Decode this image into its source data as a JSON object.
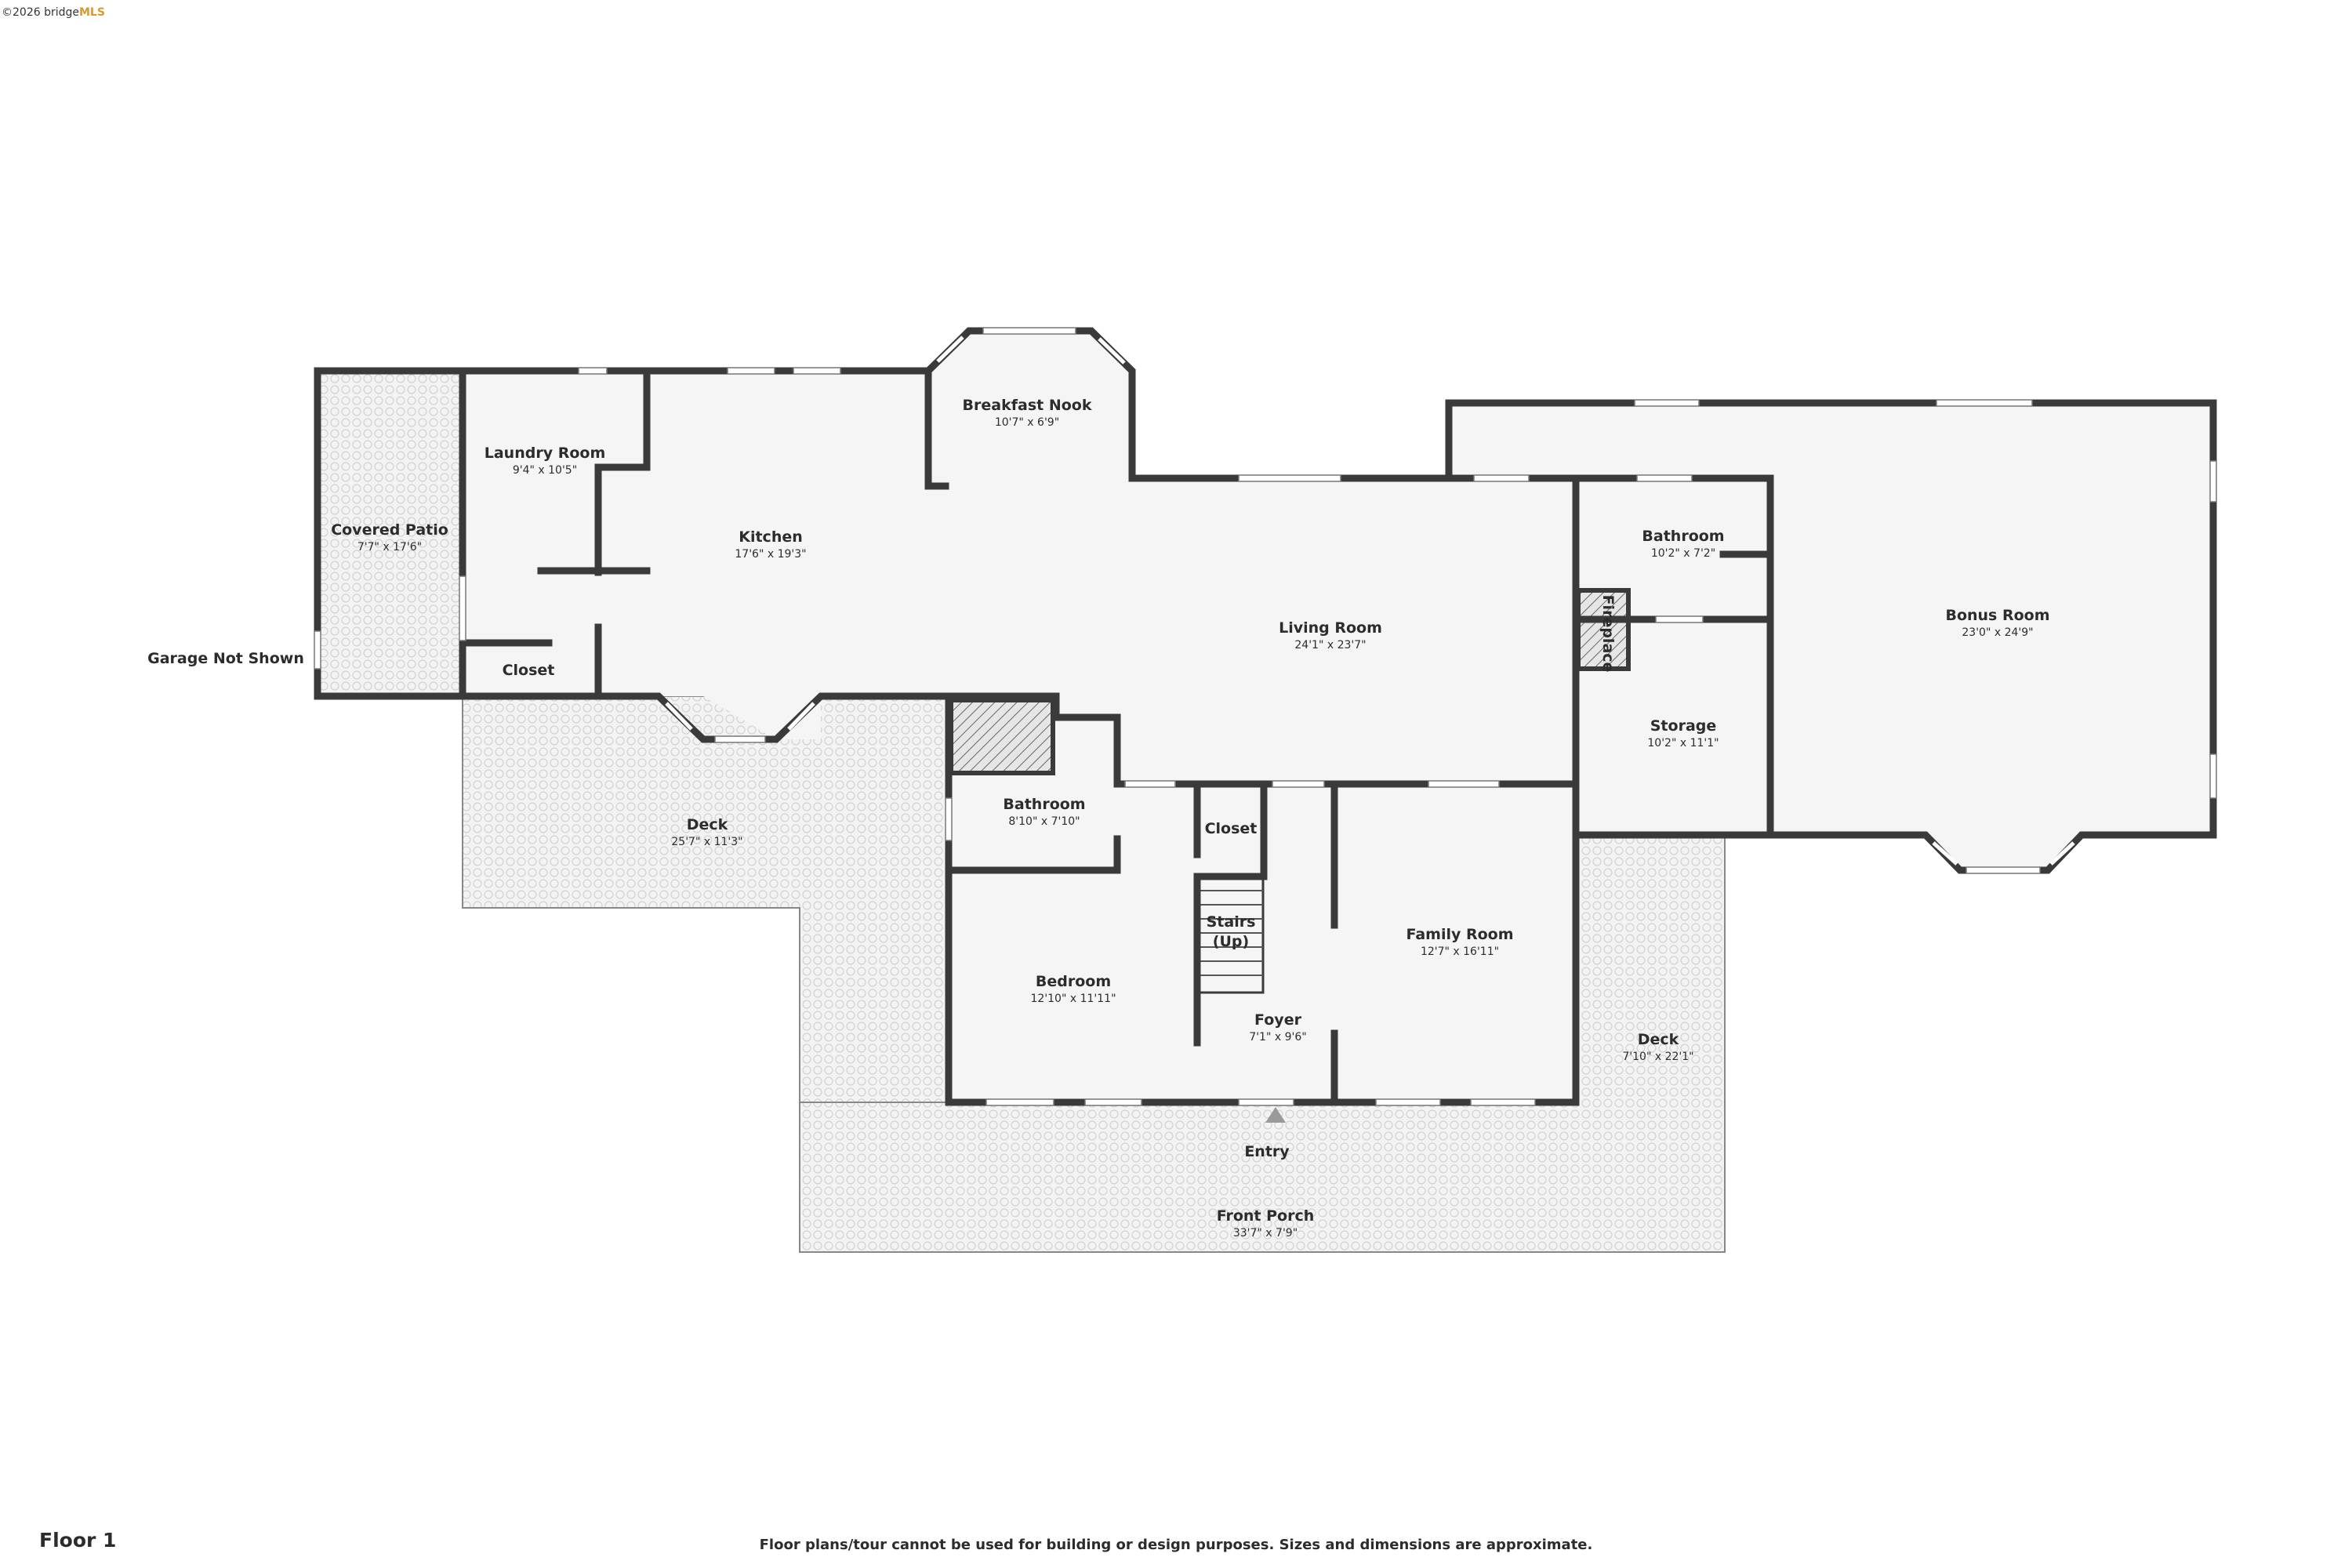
{
  "watermark": {
    "copyright": "©2026 bridge",
    "brand": "MLS"
  },
  "floor_label": "Floor 1",
  "disclaimer": "Floor plans/tour cannot be used for building or design purposes. Sizes and dimensions are approximate.",
  "rooms": {
    "covered_patio": {
      "name": "Covered Patio",
      "dim": "7'7\" x 17'6\""
    },
    "laundry_room": {
      "name": "Laundry Room",
      "dim": "9'4\" x 10'5\""
    },
    "kitchen": {
      "name": "Kitchen",
      "dim": "17'6\" x 19'3\""
    },
    "breakfast_nook": {
      "name": "Breakfast Nook",
      "dim": "10'7\" x 6'9\""
    },
    "living_room": {
      "name": "Living Room",
      "dim": "24'1\" x 23'7\""
    },
    "bathroom_upper": {
      "name": "Bathroom",
      "dim": "10'2\" x 7'2\""
    },
    "fireplace": {
      "name": "Fireplace"
    },
    "storage": {
      "name": "Storage",
      "dim": "10'2\" x 11'1\""
    },
    "bonus_room": {
      "name": "Bonus Room",
      "dim": "23'0\" x 24'9\""
    },
    "closet_left": {
      "name": "Closet"
    },
    "deck_left": {
      "name": "Deck",
      "dim": "25'7\" x 11'3\""
    },
    "bathroom_lower": {
      "name": "Bathroom",
      "dim": "8'10\" x 7'10\""
    },
    "closet_center": {
      "name": "Closet"
    },
    "stairs": {
      "name_line1": "Stairs",
      "name_line2": "(Up)"
    },
    "bedroom": {
      "name": "Bedroom",
      "dim": "12'10\" x 11'11\""
    },
    "foyer": {
      "name": "Foyer",
      "dim": "7'1\" x 9'6\""
    },
    "family_room": {
      "name": "Family Room",
      "dim": "12'7\" x 16'11\""
    },
    "deck_right": {
      "name": "Deck",
      "dim": "7'10\" x 22'1\""
    },
    "front_porch": {
      "name": "Front Porch",
      "dim": "33'7\" x 7'9\""
    }
  },
  "labels": {
    "entry": "Entry",
    "garage": "Garage Not Shown"
  },
  "colors": {
    "wall": "#3a3a3a",
    "floor": "#f5f5f5",
    "deck": "#f3f3f3",
    "deck_line": "#c9c9c9"
  }
}
